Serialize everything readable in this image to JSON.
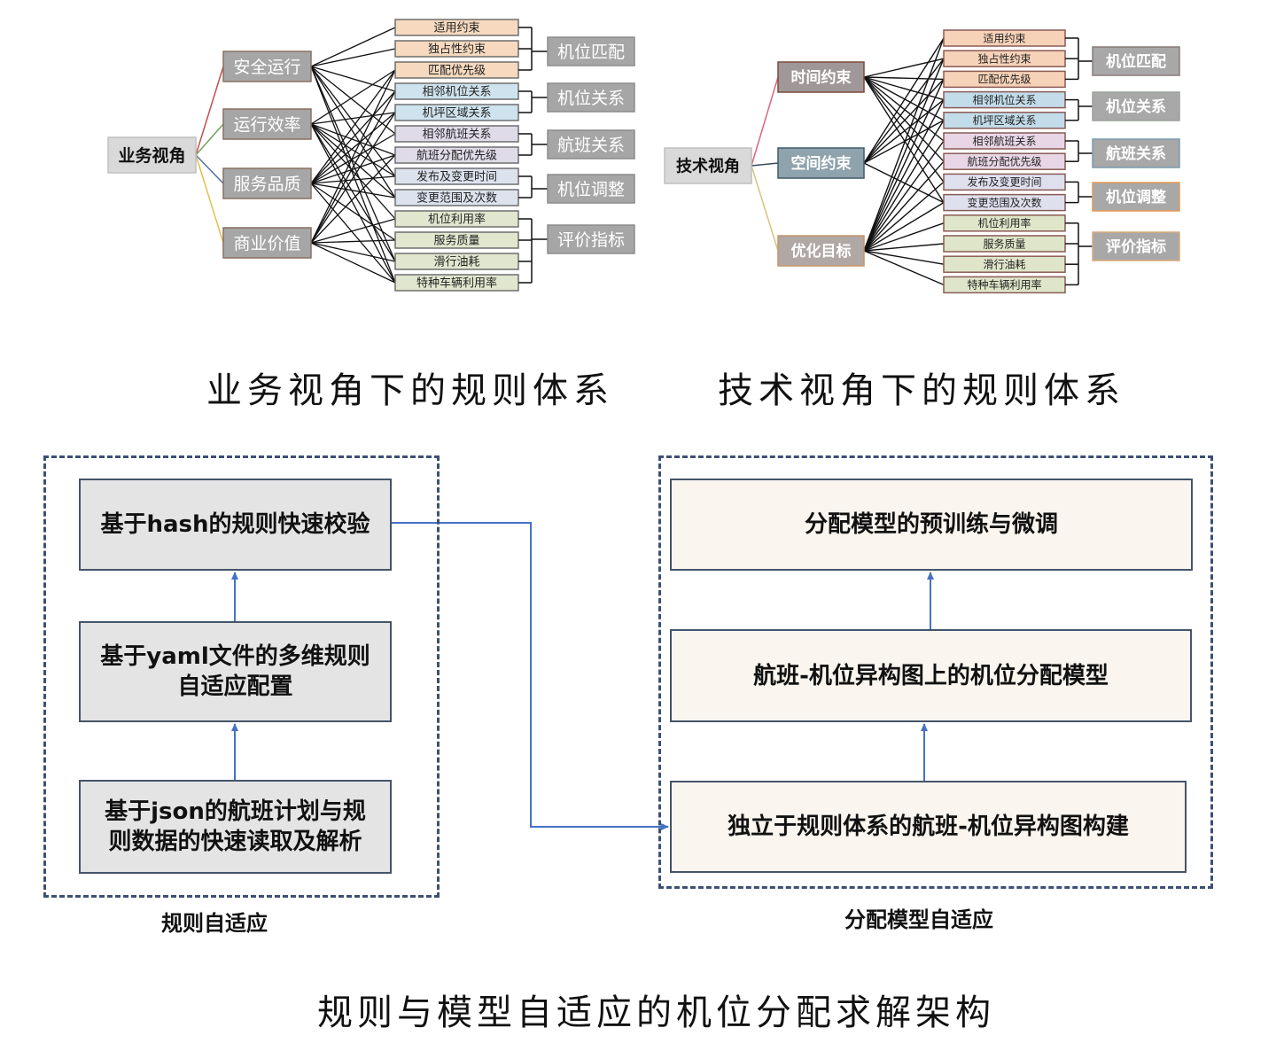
{
  "business_view": {
    "root": "业务视角",
    "categories": [
      "安全运行",
      "运行效率",
      "服务品质",
      "商业价值"
    ],
    "category_link_colors": [
      "#c0504d",
      "#77a05a",
      "#4f6fa8",
      "#e3bf4a"
    ],
    "rules": [
      {
        "label": "适用约束",
        "color": "#f6d9bf"
      },
      {
        "label": "独占性约束",
        "color": "#f6d9bf"
      },
      {
        "label": "匹配优先级",
        "color": "#f6d9bf"
      },
      {
        "label": "相邻机位关系",
        "color": "#cfe3ee"
      },
      {
        "label": "机坪区域关系",
        "color": "#cfe3ee"
      },
      {
        "label": "相邻航班关系",
        "color": "#e0dbe9"
      },
      {
        "label": "航班分配优先级",
        "color": "#e0dbe9"
      },
      {
        "label": "发布及变更时间",
        "color": "#dde3ee"
      },
      {
        "label": "变更范围及次数",
        "color": "#dde3ee"
      },
      {
        "label": "机位利用率",
        "color": "#e1e7cf"
      },
      {
        "label": "服务质量",
        "color": "#e1e7cf"
      },
      {
        "label": "滑行油耗",
        "color": "#e1e7cf"
      },
      {
        "label": "特种车辆利用率",
        "color": "#e1e7cf"
      }
    ],
    "groups": [
      {
        "label": "机位匹配",
        "members": [
          0,
          2
        ]
      },
      {
        "label": "机位关系",
        "members": [
          3,
          4
        ]
      },
      {
        "label": "航班关系",
        "members": [
          5,
          6
        ]
      },
      {
        "label": "机位调整",
        "members": [
          7,
          8
        ]
      },
      {
        "label": "评价指标",
        "members": [
          9,
          12
        ]
      }
    ],
    "edges": [
      [
        0,
        0
      ],
      [
        0,
        1
      ],
      [
        0,
        3
      ],
      [
        0,
        5
      ],
      [
        0,
        7
      ],
      [
        0,
        8
      ],
      [
        0,
        11
      ],
      [
        0,
        12
      ],
      [
        1,
        2
      ],
      [
        1,
        4
      ],
      [
        1,
        6
      ],
      [
        1,
        7
      ],
      [
        1,
        8
      ],
      [
        1,
        9
      ],
      [
        1,
        11
      ],
      [
        1,
        12
      ],
      [
        2,
        2
      ],
      [
        2,
        3
      ],
      [
        2,
        4
      ],
      [
        2,
        5
      ],
      [
        2,
        6
      ],
      [
        2,
        7
      ],
      [
        2,
        8
      ],
      [
        2,
        10
      ],
      [
        2,
        12
      ],
      [
        3,
        2
      ],
      [
        3,
        3
      ],
      [
        3,
        4
      ],
      [
        3,
        6
      ],
      [
        3,
        9
      ],
      [
        3,
        10
      ],
      [
        3,
        11
      ],
      [
        3,
        12
      ]
    ],
    "caption": "业务视角下的规则体系"
  },
  "technical_view": {
    "root": "技术视角",
    "categories": [
      "时间约束",
      "空间约束",
      "优化目标"
    ],
    "category_link_colors": [
      "#d9667a",
      "#3c4a5a",
      "#d8c27a"
    ],
    "category_fills": [
      "#a09898",
      "#8fa3ad",
      "#b0a8a4"
    ],
    "category_borders": [
      "#7a4a3a",
      "#3c5a6e",
      "#c4956a"
    ],
    "rules": [
      {
        "label": "适用约束",
        "color": "#f6d2b8"
      },
      {
        "label": "独占性约束",
        "color": "#f6d2b8"
      },
      {
        "label": "匹配优先级",
        "color": "#f6d2b8"
      },
      {
        "label": "相邻机位关系",
        "color": "#c2dcea"
      },
      {
        "label": "机坪区域关系",
        "color": "#c2dcea"
      },
      {
        "label": "相邻航班关系",
        "color": "#e8d6e6"
      },
      {
        "label": "航班分配优先级",
        "color": "#e8d6e6"
      },
      {
        "label": "发布及变更时间",
        "color": "#dfe0ee"
      },
      {
        "label": "变更范围及次数",
        "color": "#dfe0ee"
      },
      {
        "label": "机位利用率",
        "color": "#dfe5c8"
      },
      {
        "label": "服务质量",
        "color": "#dfe5c8"
      },
      {
        "label": "滑行油耗",
        "color": "#dfe5c8"
      },
      {
        "label": "特种车辆利用率",
        "color": "#dfe5c8"
      }
    ],
    "groups": [
      {
        "label": "机位匹配",
        "members": [
          0,
          2
        ],
        "border": "#8a7a78"
      },
      {
        "label": "机位关系",
        "members": [
          3,
          4
        ],
        "border": "#9aa09a"
      },
      {
        "label": "航班关系",
        "members": [
          5,
          6
        ],
        "border": "#7a9aaa"
      },
      {
        "label": "机位调整",
        "members": [
          7,
          8
        ],
        "border": "#e39a52"
      },
      {
        "label": "评价指标",
        "members": [
          9,
          12
        ],
        "border": "#d8a878"
      }
    ],
    "edges": [
      [
        0,
        1
      ],
      [
        0,
        2
      ],
      [
        0,
        3
      ],
      [
        0,
        4
      ],
      [
        0,
        5
      ],
      [
        0,
        6
      ],
      [
        0,
        7
      ],
      [
        0,
        8
      ],
      [
        1,
        0
      ],
      [
        1,
        1
      ],
      [
        1,
        2
      ],
      [
        1,
        3
      ],
      [
        1,
        4
      ],
      [
        1,
        8
      ],
      [
        2,
        0
      ],
      [
        2,
        1
      ],
      [
        2,
        2
      ],
      [
        2,
        3
      ],
      [
        2,
        4
      ],
      [
        2,
        5
      ],
      [
        2,
        6
      ],
      [
        2,
        7
      ],
      [
        2,
        8
      ],
      [
        2,
        9
      ],
      [
        2,
        10
      ],
      [
        2,
        11
      ],
      [
        2,
        12
      ]
    ],
    "caption": "技术视角下的规则体系"
  },
  "architecture": {
    "rule_adaptive": {
      "label": "规则自适应",
      "steps": [
        "基于hash的规则快速校验",
        "基于yaml文件的多维规则\n自适应配置",
        "基于json的航班计划与规\n则数据的快速读取及解析"
      ]
    },
    "model_adaptive": {
      "label": "分配模型自适应",
      "steps": [
        "分配模型的预训练与微调",
        "航班-机位异构图上的机位分配模型",
        "独立于规则体系的航班-机位异构图构建"
      ]
    },
    "caption": "规则与模型自适应的机位分配求解架构"
  },
  "colors": {
    "arrow": "#4472c4",
    "dashed_border": "#3c5074",
    "box_border": "#44546a",
    "category_box": "#a6a6a6"
  }
}
